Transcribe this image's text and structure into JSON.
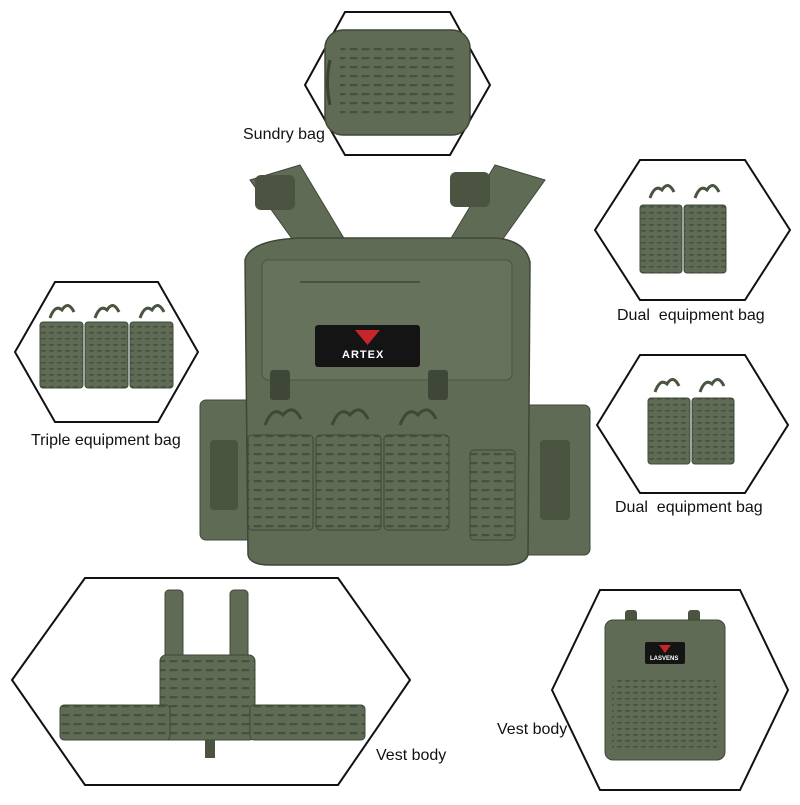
{
  "labels": {
    "sundry": "Sundry bag",
    "dual_top": "Dual  equipment bag",
    "triple": "Triple equipment bag",
    "dual_bottom": "Dual  equipment bag",
    "vest_left": "Vest body",
    "vest_right": "Vest body"
  },
  "patch": {
    "main_brand": "ARTEX",
    "small_brand": "LASVENS"
  },
  "colors": {
    "fabric": "#5f6b54",
    "fabric_dark": "#4a5441",
    "fabric_light": "#75806a",
    "outline": "#111111",
    "patch_bg": "#141414",
    "patch_red": "#c8242b"
  }
}
